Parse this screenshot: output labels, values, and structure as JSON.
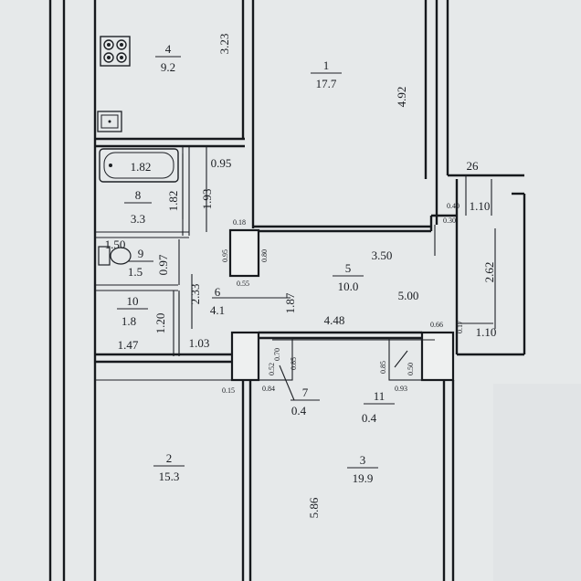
{
  "rooms": {
    "r1": {
      "num": "1",
      "area": "17.7"
    },
    "r2": {
      "num": "2",
      "area": "15.3"
    },
    "r3": {
      "num": "3",
      "area": "19.9"
    },
    "r4": {
      "num": "4",
      "area": "9.2"
    },
    "r5": {
      "num": "5",
      "area": "10.0"
    },
    "r6": {
      "num": "6",
      "area": "4.1"
    },
    "r7": {
      "num": "7",
      "area": "0.4"
    },
    "r8": {
      "num": "8",
      "area": "3.3"
    },
    "r9": {
      "num": "9",
      "area": "1.5"
    },
    "r10": {
      "num": "10",
      "area": "1.8"
    },
    "r11": {
      "num": "11",
      "area": "0.4"
    }
  },
  "dims": {
    "d323": "3.23",
    "d492": "4.92",
    "d26": "26",
    "d110a": "1.10",
    "d040": "0.40",
    "d030": "0.30",
    "d262": "2.62",
    "d350": "3.50",
    "d500": "5.00",
    "d448": "4.48",
    "d066": "0.66",
    "d017": "0.17",
    "d110b": "1.10",
    "d095a": "0.95",
    "d182a": "1.82",
    "d182b": "1.82",
    "d193": "1.93",
    "d018": "0.18",
    "d095b": "0.95",
    "d080": "0.80",
    "d055": "0.55",
    "d150": "1.50",
    "d097": "0.97",
    "d233": "2.33",
    "d187": "1.87",
    "d120": "1.20",
    "d147": "1.47",
    "d103": "1.03",
    "d015": "0.15",
    "d070": "0.70",
    "d085a": "0.85",
    "d052": "0.52",
    "d084": "0.84",
    "d085b": "0.85",
    "d050": "0.50",
    "d093": "0.93",
    "d586": "5.86"
  },
  "fixtures": [
    "stove-icon",
    "sink-icon",
    "bathtub-icon",
    "toilet-icon"
  ]
}
